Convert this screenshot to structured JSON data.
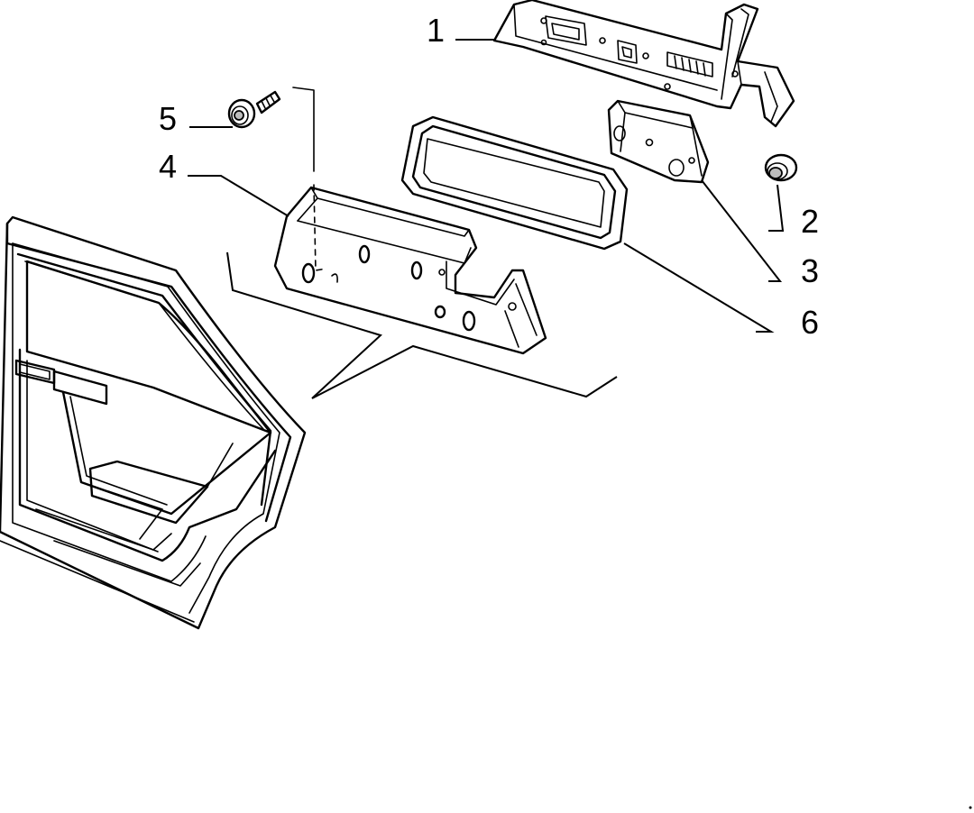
{
  "callouts": [
    {
      "id": "1",
      "label": "1"
    },
    {
      "id": "2",
      "label": "2"
    },
    {
      "id": "3",
      "label": "3"
    },
    {
      "id": "4",
      "label": "4"
    },
    {
      "id": "5",
      "label": "5"
    },
    {
      "id": "6",
      "label": "6"
    }
  ],
  "colors": {
    "ink": "#000000",
    "paper": "#ffffff"
  }
}
